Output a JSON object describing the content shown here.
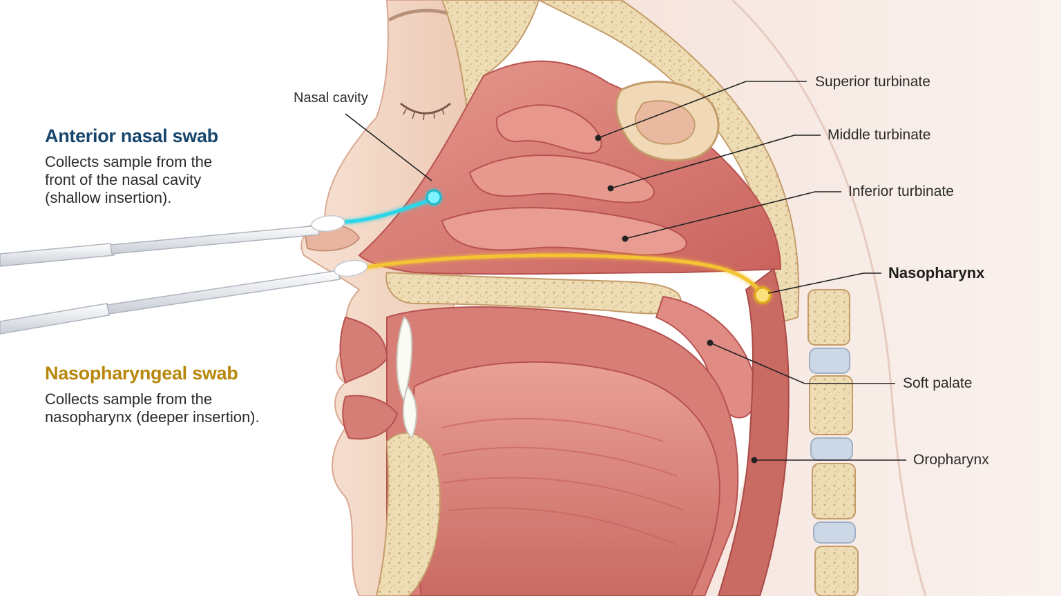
{
  "swab_types": {
    "anterior": {
      "title": "Anterior nasal swab",
      "description_lines": [
        "Collects sample from the",
        "front of the nasal cavity",
        "(shallow insertion)."
      ]
    },
    "nasopharyngeal": {
      "title": "Nasopharyngeal swab",
      "description_lines": [
        "Collects sample from the",
        "nasopharynx (deeper insertion)."
      ]
    }
  },
  "labels": {
    "nasal_cavity": "Nasal cavity",
    "superior_turbinate": "Superior turbinate",
    "middle_turbinate": "Middle turbinate",
    "inferior_turbinate": "Inferior turbinate",
    "nasopharynx": "Nasopharynx",
    "soft_palate": "Soft palate",
    "oropharynx": "Oropharynx"
  },
  "colors": {
    "anterior_accent": "#2bd6e8",
    "anterior_title": "#16466e",
    "nasopharyngeal_accent": "#f4c430",
    "nasopharyngeal_title": "#b8860b",
    "tissue": "#d9807a",
    "bone": "#eedcb4"
  }
}
